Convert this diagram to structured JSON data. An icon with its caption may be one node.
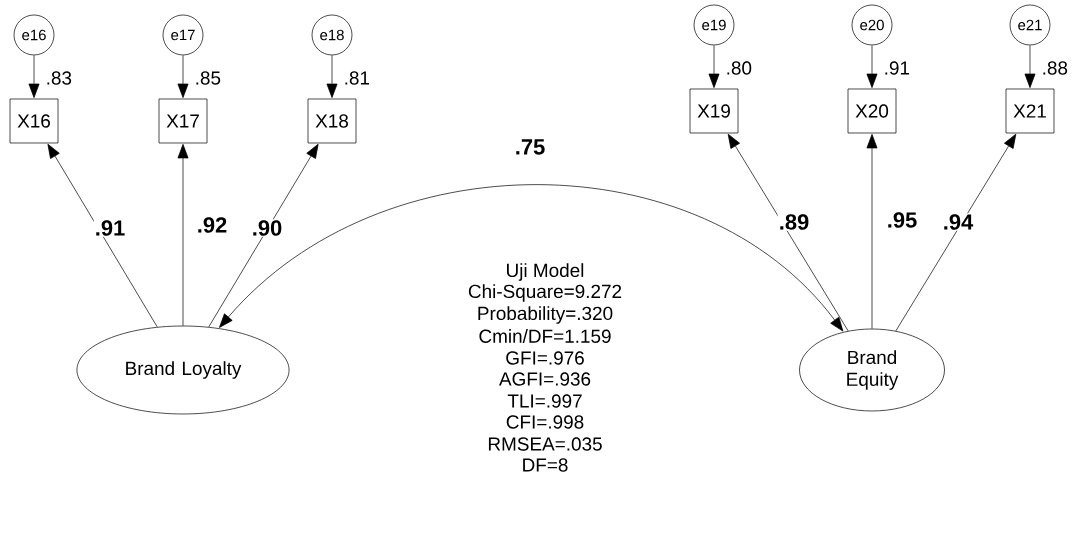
{
  "diagram": {
    "nodes": [
      {
        "text": [
          "e16"
        ]
      },
      {
        "text": [
          "e17"
        ]
      },
      {
        "text": [
          "e18"
        ]
      },
      {
        "text": [
          "e19"
        ]
      },
      {
        "text": [
          "e20"
        ]
      },
      {
        "text": [
          "e21"
        ]
      },
      {
        "text": [
          "X16"
        ],
        "beside": [
          ".83"
        ]
      },
      {
        "text": [
          "X17"
        ],
        "beside": [
          ".85"
        ]
      },
      {
        "text": [
          "X18"
        ],
        "beside": [
          ".81"
        ]
      },
      {
        "text": [
          "X19"
        ],
        "beside": [
          ".80"
        ]
      },
      {
        "text": [
          "X20"
        ],
        "beside": [
          ".91"
        ]
      },
      {
        "text": [
          "X21"
        ],
        "beside": [
          ".88"
        ]
      },
      {
        "text": [
          "Brand Loyalty"
        ]
      },
      {
        "text": [
          "Brand Equity"
        ]
      }
    ],
    "edges": [
      {
        "from": 0,
        "to": 6,
        "arrow": "to"
      },
      {
        "from": 1,
        "to": 7,
        "arrow": "to"
      },
      {
        "from": 2,
        "to": 8,
        "arrow": "to"
      },
      {
        "from": 3,
        "to": 9,
        "arrow": "to"
      },
      {
        "from": 4,
        "to": 10,
        "arrow": "to"
      },
      {
        "from": 5,
        "to": 11,
        "arrow": "to"
      },
      {
        "from": 12,
        "to": 6,
        "arrow": "to",
        "label": ".91"
      },
      {
        "from": 12,
        "to": 7,
        "arrow": "to",
        "label": ".92"
      },
      {
        "from": 12,
        "to": 8,
        "arrow": "to",
        "label": ".90"
      },
      {
        "from": 13,
        "to": 9,
        "arrow": "to",
        "label": ".89"
      },
      {
        "from": 13,
        "to": 10,
        "arrow": "to",
        "label": ".95"
      },
      {
        "from": 13,
        "to": 11,
        "arrow": "to",
        "label": ".94"
      },
      {
        "from": 12,
        "to": 13,
        "arrow": "both",
        "label": ".75"
      }
    ],
    "labels": [
      "Uji Model",
      "Chi-Square=9.272",
      "Probability=.320",
      "Cmin/DF=1.159",
      "GFI=.976",
      "AGFI=.936",
      "TLI=.997",
      "CFI=.998",
      "RMSEA=.035",
      "DF=8"
    ]
  }
}
